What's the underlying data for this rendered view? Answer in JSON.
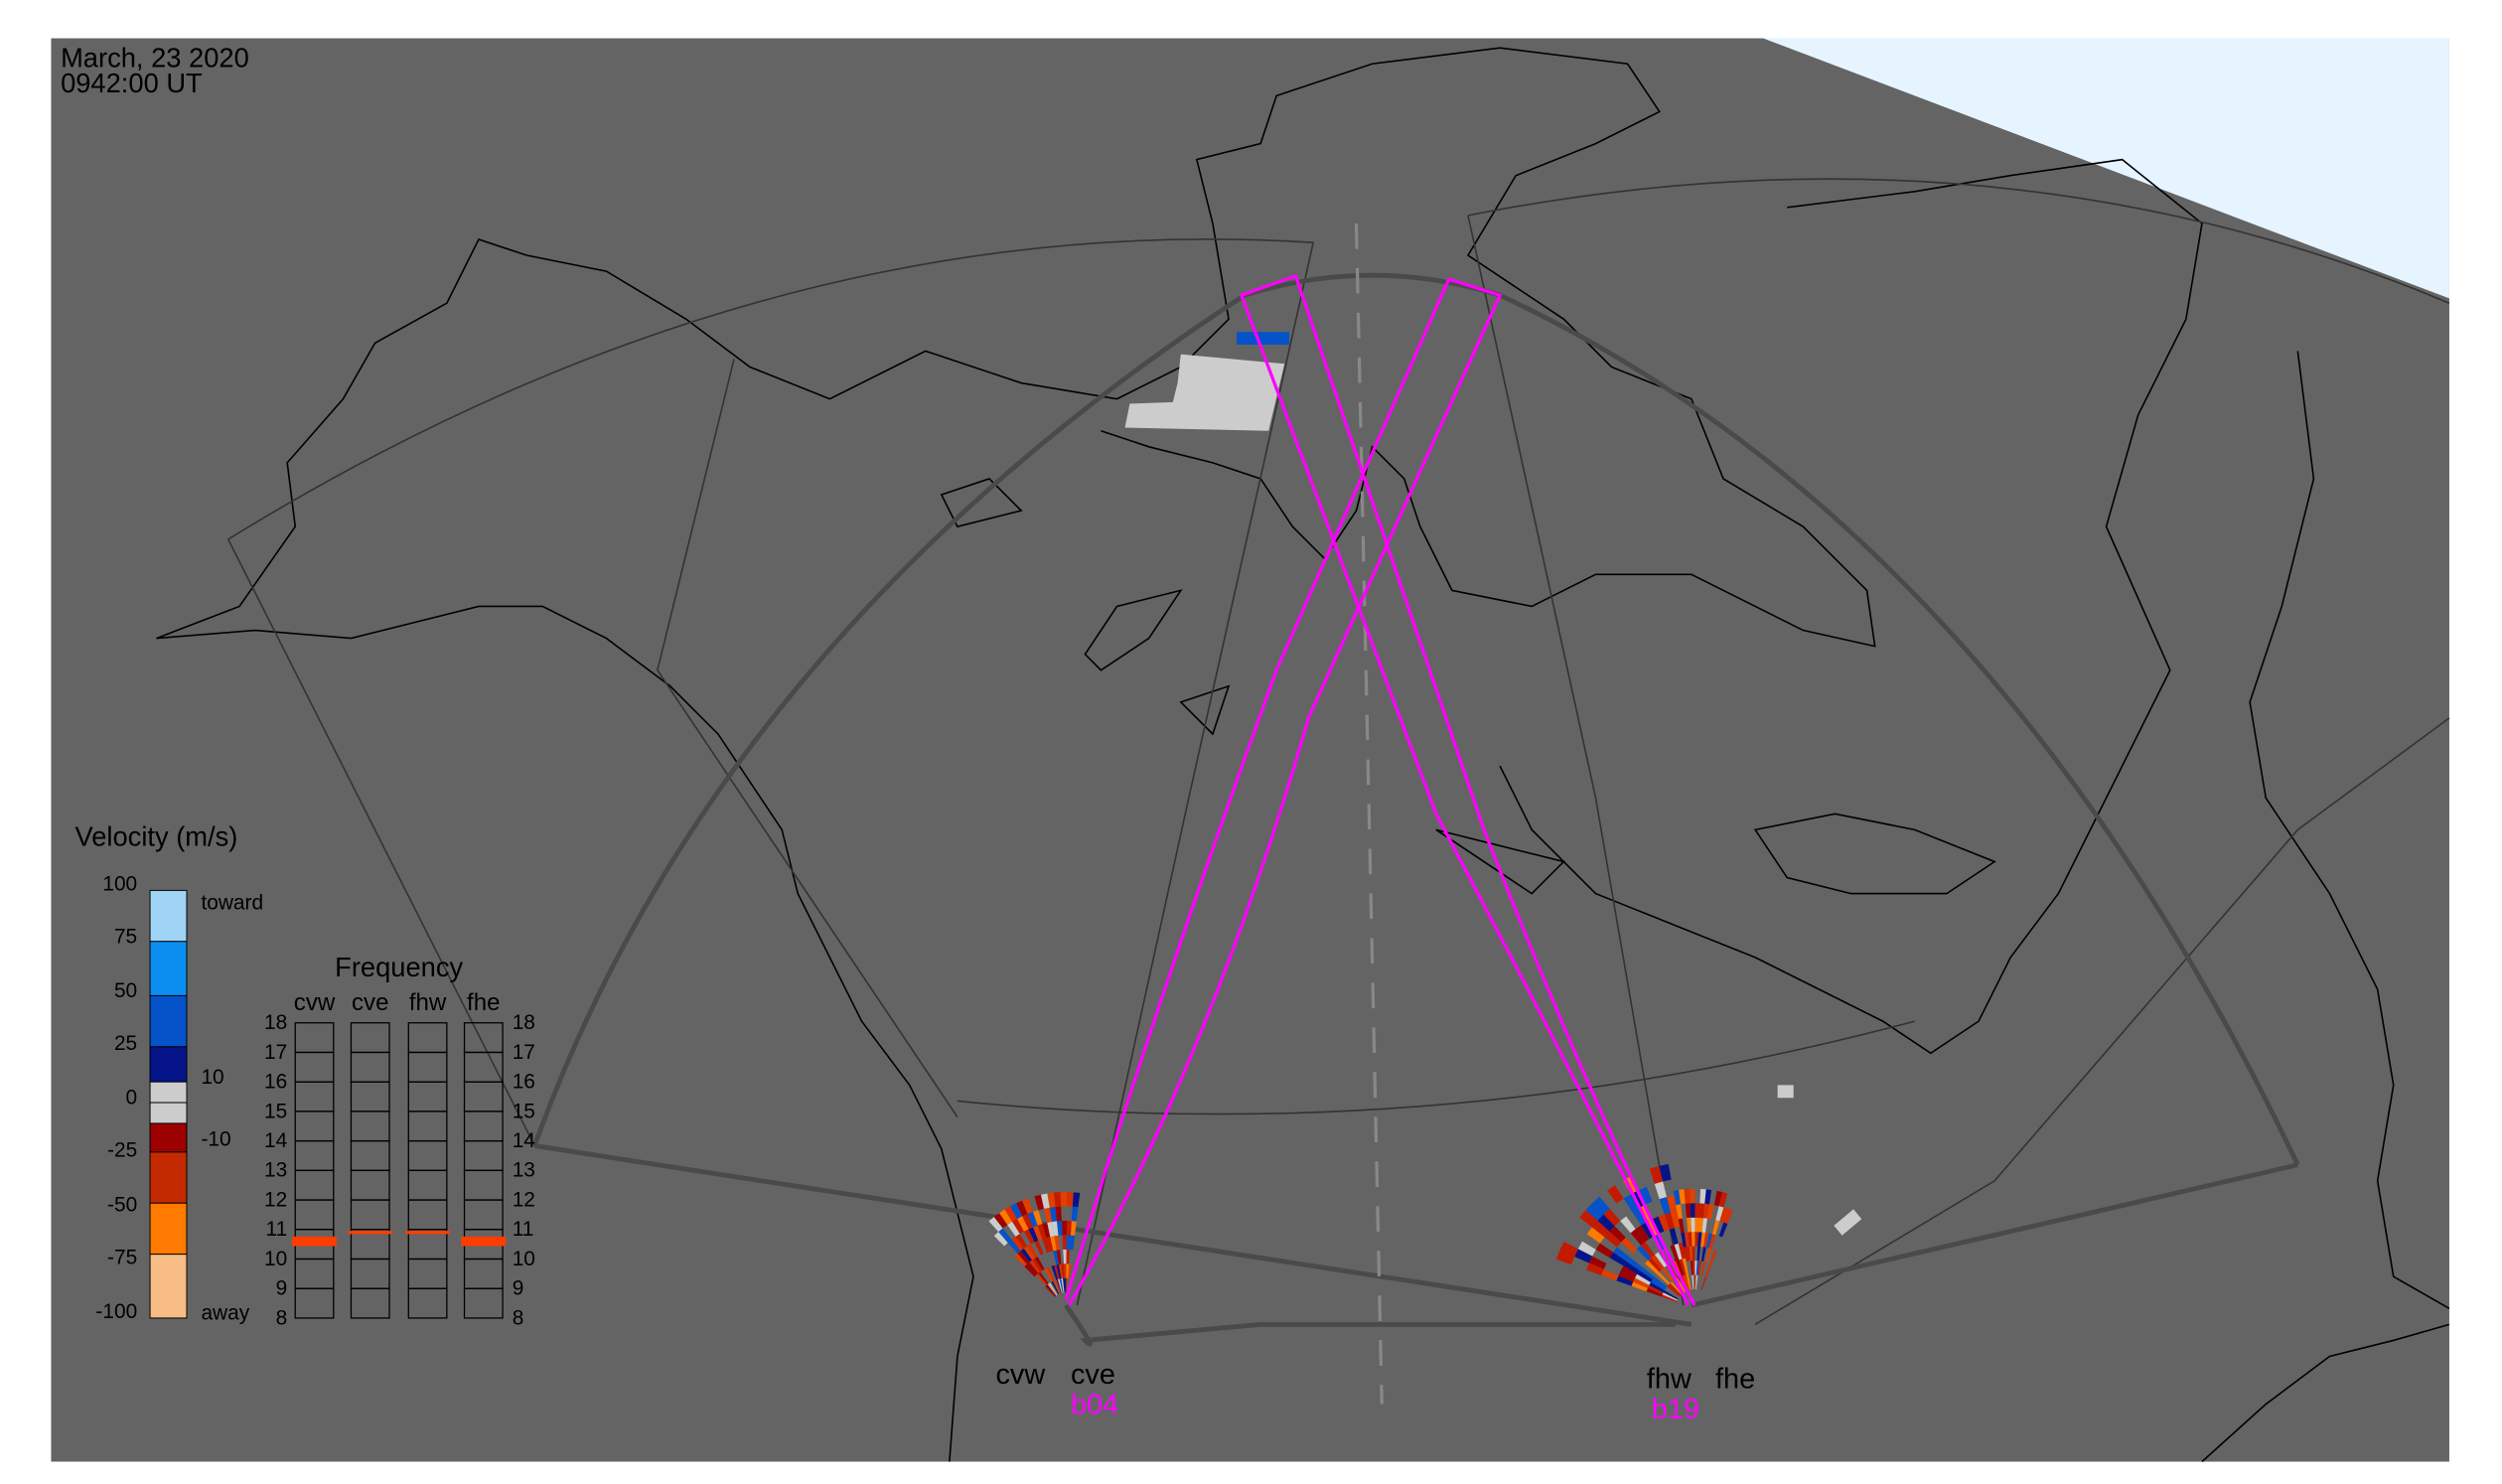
{
  "header": {
    "date": "March, 23 2020",
    "time": "0942:00 UT"
  },
  "velocity_legend": {
    "title": "Velocity (m/s)",
    "ticks": [
      "100",
      "75",
      "50",
      "25",
      "0",
      "-25",
      "-50",
      "-75",
      "-100"
    ],
    "inner_labels": {
      "toward": "toward",
      "plus10": "10",
      "minus10": "-10",
      "away": "away"
    },
    "colors": [
      "#9fd4f5",
      "#0a8ff0",
      "#0652c8",
      "#06148a",
      "#cccccc",
      "#cccccc",
      "#9c0000",
      "#c42a00",
      "#ff7a00",
      "#f7bd85"
    ]
  },
  "frequency_panel": {
    "title": "Frequency",
    "columns": [
      "cvw",
      "cve",
      "fhw",
      "fhe"
    ],
    "ticks": [
      "18",
      "17",
      "16",
      "15",
      "14",
      "13",
      "12",
      "11",
      "10",
      "9",
      "8"
    ],
    "marker_color": "#ff3c00",
    "values_mhz": {
      "cvw": 10.6,
      "cve": 10.9,
      "fhw": 10.9,
      "fhe": 10.6
    }
  },
  "radars": {
    "cv": {
      "west": "cvw",
      "east": "cve",
      "beam": "b04"
    },
    "fh": {
      "west": "fhw",
      "east": "fhe",
      "beam": "b19"
    }
  },
  "colors": {
    "map_bg": "#646464",
    "beam": "#ff00ff",
    "day_region": "#e6f4ff"
  }
}
